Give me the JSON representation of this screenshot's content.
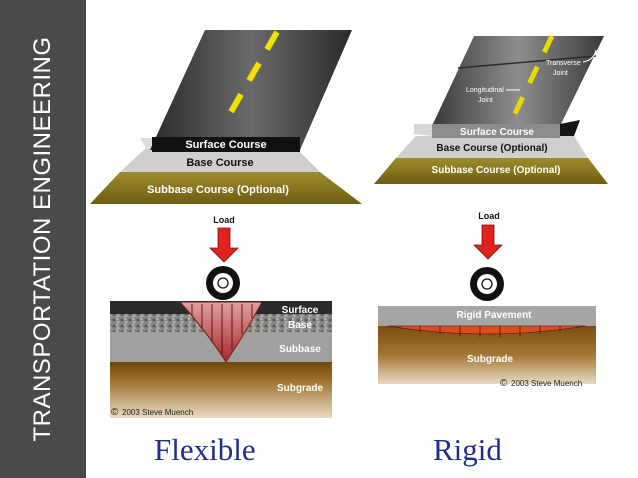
{
  "sidebar": {
    "title": "TRANSPORTATION ENGINEERING"
  },
  "flexible": {
    "section": {
      "surface_course": "Surface Course",
      "base_course": "Base Course",
      "subbase_course": "Subbase Course (Optional)"
    },
    "load_label": "Load",
    "profile": {
      "surface": "Surface",
      "base": "Base",
      "subbase": "Subbase",
      "subgrade": "Subgrade"
    },
    "copyright": "2003  Steve Muench",
    "caption": "Flexible"
  },
  "rigid": {
    "section": {
      "transverse_joint_1": "Transverse",
      "transverse_joint_2": "Joint",
      "longitudinal_joint_1": "Longitudinal",
      "longitudinal_joint_2": "Joint",
      "surface_course": "Surface Course",
      "base_course": "Base Course (Optional)",
      "subbase_course": "Subbase Course (Optional)"
    },
    "load_label": "Load",
    "profile": {
      "rigid_pavement": "Rigid Pavement",
      "subgrade": "Subgrade"
    },
    "copyright": "2003  Steve Muench",
    "caption": "Rigid"
  },
  "colors": {
    "sidebar": "#4a4a4a",
    "caption": "#1f2e8c",
    "load_arrow": "#e0221c",
    "subbase": "#8b7a22",
    "subgrade": "#8b5e16",
    "center_line": "#f2e000"
  }
}
